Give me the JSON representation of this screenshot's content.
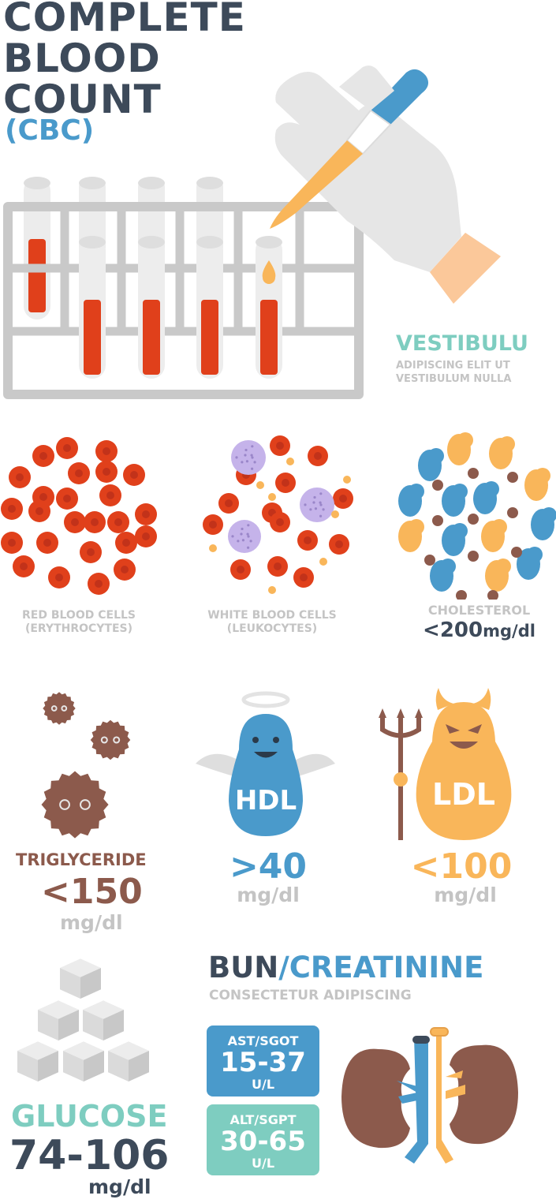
{
  "header": {
    "line1": "COMPLETE",
    "line2": "BLOOD",
    "line3": "COUNT",
    "line4": "(CBC)"
  },
  "vestibulu": {
    "title": "VESTIBULU",
    "sub1": "ADIPISCING ELIT UT",
    "sub2": "VESTIBULUM NULLA"
  },
  "cells": {
    "red": {
      "line1": "RED BLOOD CELLS",
      "line2": "(ERYTHROCYTES)"
    },
    "white": {
      "line1": "WHITE BLOOD CELLS",
      "line2": "(LEUKOCYTES)"
    },
    "cholesterol": {
      "label": "CHOLESTEROL",
      "value": "<200",
      "unit": "mg/dl"
    }
  },
  "lipids": {
    "triglyceride": {
      "label": "TRIGLYCERIDE",
      "value": "<150",
      "unit": "mg/dl"
    },
    "hdl": {
      "badge": "HDL",
      "value": ">40",
      "unit": "mg/dl"
    },
    "ldl": {
      "badge": "LDL",
      "value": "<100",
      "unit": "mg/dl"
    }
  },
  "kidney": {
    "title_a": "BUN",
    "title_sep": "/",
    "title_b": "CREATININE",
    "sub": "CONSECTETUR ADIPISCING",
    "ast": {
      "name": "AST/SGOT",
      "value": "15-37",
      "unit": "U/L"
    },
    "alt": {
      "name": "ALT/SGPT",
      "value": "30-65",
      "unit": "U/L"
    }
  },
  "glucose": {
    "label": "GLUCOSE",
    "value": "74-106",
    "unit": "mg/dl"
  },
  "colors": {
    "navy": "#3d4a5a",
    "blue": "#4a9acb",
    "teal": "#7ecdc0",
    "red": "#e0401b",
    "orange": "#f9b65a",
    "brown": "#8c5a4c",
    "grey": "#c4c4c4",
    "purple": "#c5b3ea"
  }
}
